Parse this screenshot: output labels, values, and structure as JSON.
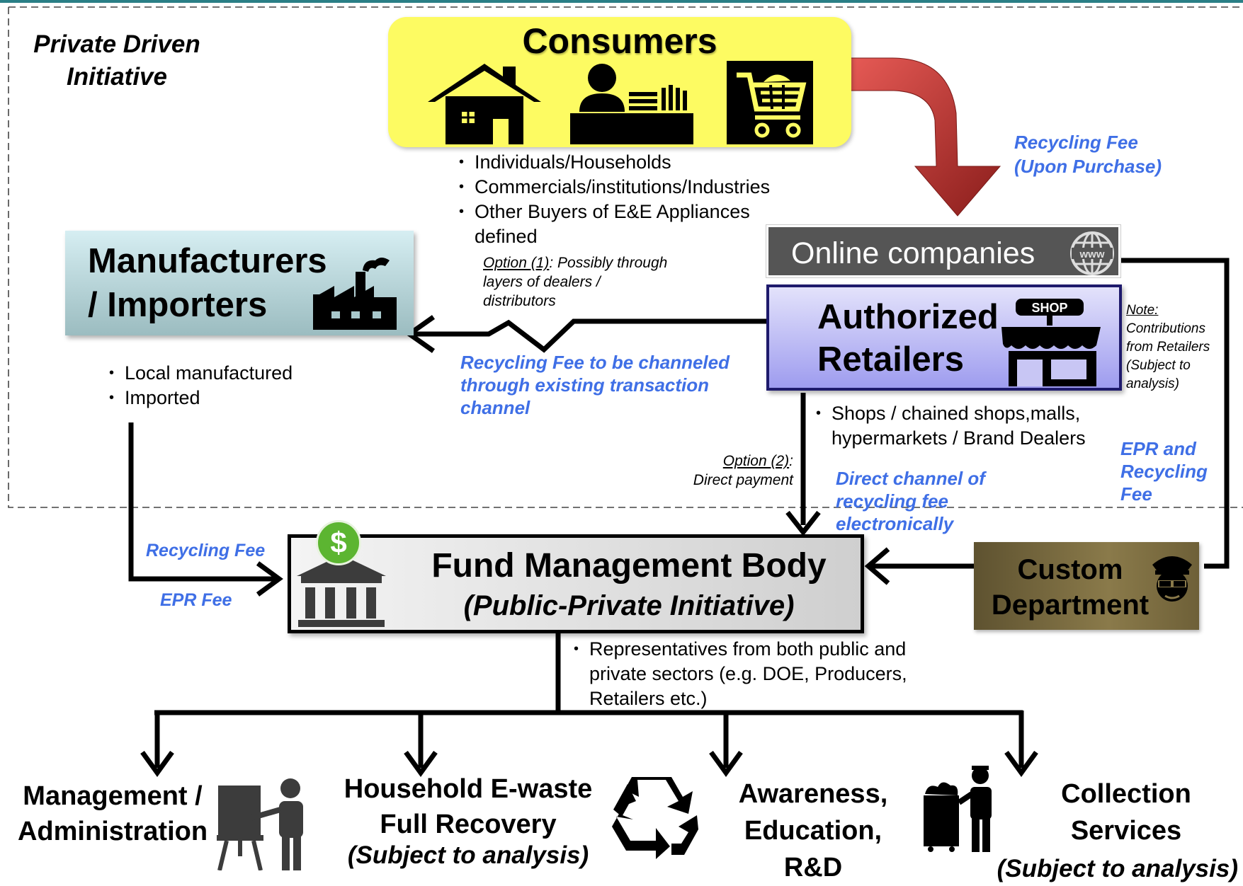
{
  "region": {
    "label_line1": "Private Driven",
    "label_line2": "Initiative"
  },
  "consumers": {
    "title": "Consumers",
    "bullets": [
      "Individuals/Households",
      "Commercials/institutions/Industries",
      "Other Buyers of E&E Appliances",
      "defined"
    ]
  },
  "recycling_fee_purchase": {
    "line1": "Recycling Fee",
    "line2": "(Upon Purchase)"
  },
  "online": {
    "label": "Online companies",
    "globe_text": "www"
  },
  "retailers": {
    "line1": "Authorized",
    "line2": "Retailers",
    "shop_sign": "SHOP",
    "bullets": [
      "Shops / chained shops,malls,",
      "hypermarkets / Brand Dealers"
    ]
  },
  "retailer_note": {
    "label": "Note:",
    "lines": [
      "Contributions",
      "from Retailers",
      "(Subject to",
      "analysis)"
    ]
  },
  "manufacturers": {
    "line1": "Manufacturers",
    "line2": "/ Importers",
    "bullets": [
      "Local manufactured",
      "Imported"
    ]
  },
  "option1": {
    "label": "Option (1)",
    "text": ": Possibly through",
    "line2": "layers of dealers /",
    "line3": "distributors"
  },
  "channel_note": {
    "line1": "Recycling Fee to be channeled",
    "line2": "through existing transaction",
    "line3": "channel"
  },
  "option2": {
    "label": "Option (2)",
    "colon": ":",
    "line2": "Direct payment"
  },
  "direct_channel": {
    "line1": "Direct channel of",
    "line2": "recycling fee",
    "line3": "electronically"
  },
  "epr_recycling": {
    "line1": "EPR and",
    "line2": "Recycling",
    "line3": "Fee"
  },
  "fund": {
    "title": "Fund Management Body",
    "subtitle": "(Public-Private Initiative)",
    "dollar": "$",
    "bullets": [
      "Representatives from both public and",
      "private sectors (e.g. DOE, Producers,",
      "Retailers etc.)"
    ]
  },
  "fees_left": {
    "recycling": "Recycling Fee",
    "epr": "EPR Fee"
  },
  "custom": {
    "line1": "Custom",
    "line2": "Department"
  },
  "outputs": {
    "management_line1": "Management /",
    "management_line2": "Administration",
    "household_line1": "Household E-waste",
    "household_line2": "Full Recovery",
    "household_line3": "(Subject to analysis)",
    "awareness_line1": "Awareness,",
    "awareness_line2": "Education,",
    "awareness_line3": "R&D",
    "collection_line1": "Collection",
    "collection_line2": "Services",
    "collection_line3": "(Subject to analysis)"
  },
  "colors": {
    "consumers_fill": "#fdfb62",
    "retailers_fill_top": "#e3e2fb",
    "retailers_fill_bottom": "#9e9cef",
    "retailers_border": "#1e1a6c",
    "manufacturers_fill_top": "#d6eef2",
    "manufacturers_fill_bottom": "#9bbcc0",
    "custom_fill": "#6e6038",
    "blue_text": "#3f6fe6",
    "red_arrow": "#b0302c",
    "dollar_green": "#5cb531"
  }
}
